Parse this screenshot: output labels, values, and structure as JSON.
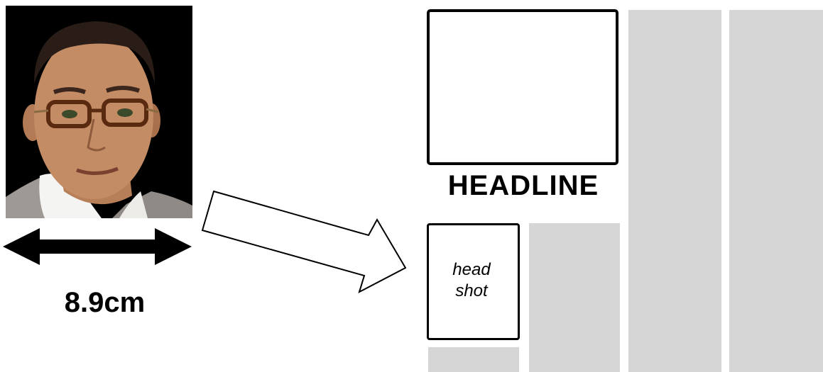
{
  "measurement": {
    "label": "8.9cm"
  },
  "layout": {
    "headline": "HEADLINE",
    "headshot_label_line1": "head",
    "headshot_label_line2": "shot"
  },
  "colors": {
    "column_fill": "#d6d6d6",
    "outline": "#000000",
    "photo_background": "#000000"
  }
}
